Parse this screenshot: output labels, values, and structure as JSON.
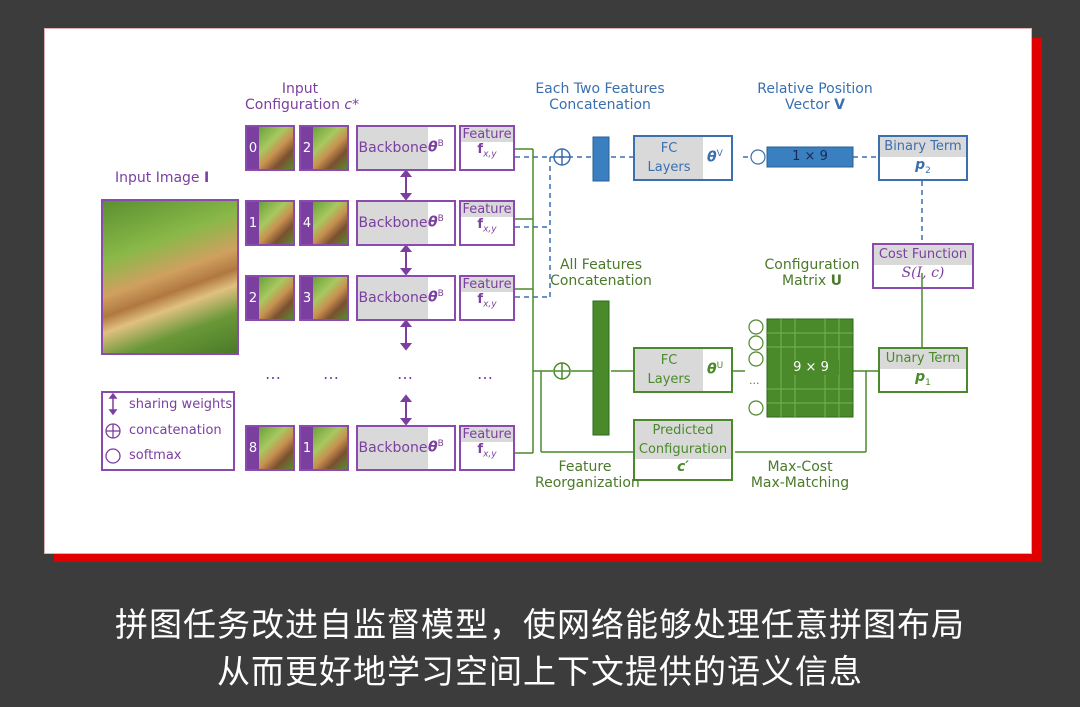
{
  "diagram": {
    "input_config_label": "Input",
    "input_config_label2": "Configuration",
    "input_config_symbol": "c*",
    "input_image_label": "Input Image",
    "input_image_symbol": "I",
    "backbone_label": "Backbone",
    "backbone_param": "θ",
    "backbone_sup": "B",
    "feature_label": "Feature",
    "feature_symbol": "f",
    "feature_sub": "x,y",
    "rows": [
      {
        "a": "0",
        "b": "2"
      },
      {
        "a": "1",
        "b": "4"
      },
      {
        "a": "2",
        "b": "3"
      },
      {
        "a": "8",
        "b": "1"
      }
    ],
    "ellipsis": "…",
    "legend": {
      "sharing": "sharing weights",
      "concat": "concatenation",
      "softmax": "softmax"
    },
    "each_two_label1": "Each Two Features",
    "each_two_label2": "Concatenation",
    "fc_label1": "FC",
    "fc_label2": "Layers",
    "fc_v_param": "θ",
    "fc_v_sup": "V",
    "fc_u_param": "θ",
    "fc_u_sup": "U",
    "rel_pos_label1": "Relative Position",
    "rel_pos_label2": "Vector",
    "rel_pos_symbol": "V",
    "vector_size": "1 × 9",
    "binary_term": "Binary Term",
    "binary_symbol": "p",
    "binary_sub": "2",
    "cost_function": "Cost Function",
    "cost_formula": "S(I, c)",
    "all_features1": "All Features",
    "all_features2": "Concatenation",
    "config_matrix1": "Configuration",
    "config_matrix2": "Matrix",
    "config_matrix_symbol": "U",
    "matrix_size": "9 × 9",
    "matrix_dots": "···",
    "unary_term": "Unary Term",
    "unary_symbol": "p",
    "unary_sub": "1",
    "predicted1": "Predicted",
    "predicted2": "Configuration",
    "predicted_symbol": "c′",
    "feature_reorg1": "Feature",
    "feature_reorg2": "Reorganization",
    "maxcost1": "Max-Cost",
    "maxcost2": "Max-Matching"
  },
  "caption": {
    "line1": "拼图任务改进自监督模型，使网络能够处理任意拼图布局",
    "line2": "从而更好地学习空间上下文提供的语义信息"
  },
  "colors": {
    "background": "#3c3c3c",
    "accent_red": "#e10000",
    "purple": "#7b3fa0",
    "blue": "#3a7fc0",
    "green": "#4a8a2a"
  }
}
